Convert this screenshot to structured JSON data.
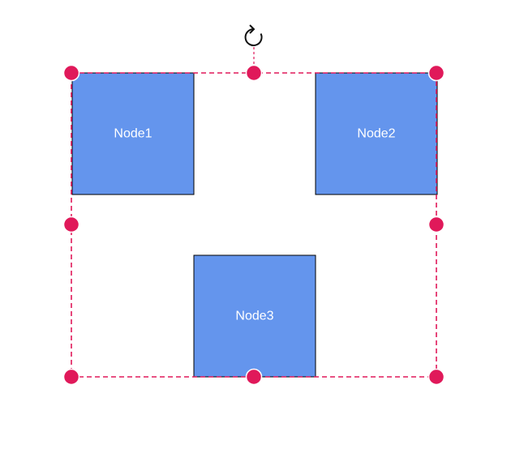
{
  "diagram": {
    "nodes": [
      {
        "id": "node1",
        "label": "Node1"
      },
      {
        "id": "node2",
        "label": "Node2"
      },
      {
        "id": "node3",
        "label": "Node3"
      }
    ],
    "colors": {
      "node_fill": "#6495ED",
      "node_stroke": "#000000",
      "node_text": "#ffffff",
      "selection": "#E0195A",
      "handle": "#E0195A",
      "background": "#ffffff"
    },
    "icons": {
      "rotate": "rotate-icon"
    }
  }
}
